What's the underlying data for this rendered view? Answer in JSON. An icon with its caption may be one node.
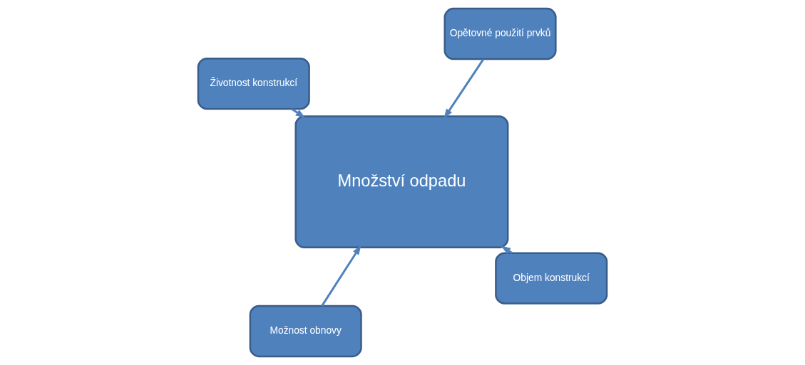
{
  "diagram": {
    "nodes": [
      {
        "text": [
          "Množství odpadu"
        ]
      },
      {
        "text": [
          "Objem konstrukcí"
        ]
      },
      {
        "text": [
          "Možnost obnovy"
        ]
      },
      {
        "text": [
          "Životnost konstrukcí"
        ]
      },
      {
        "text": [
          "Opětovné použití prvků"
        ]
      }
    ],
    "edges": [
      {
        "from": 1,
        "to": 0,
        "arrow": "to"
      },
      {
        "from": 2,
        "to": 0,
        "arrow": "to"
      },
      {
        "from": 3,
        "to": 0,
        "arrow": "to"
      },
      {
        "from": 4,
        "to": 0,
        "arrow": "to"
      }
    ]
  }
}
